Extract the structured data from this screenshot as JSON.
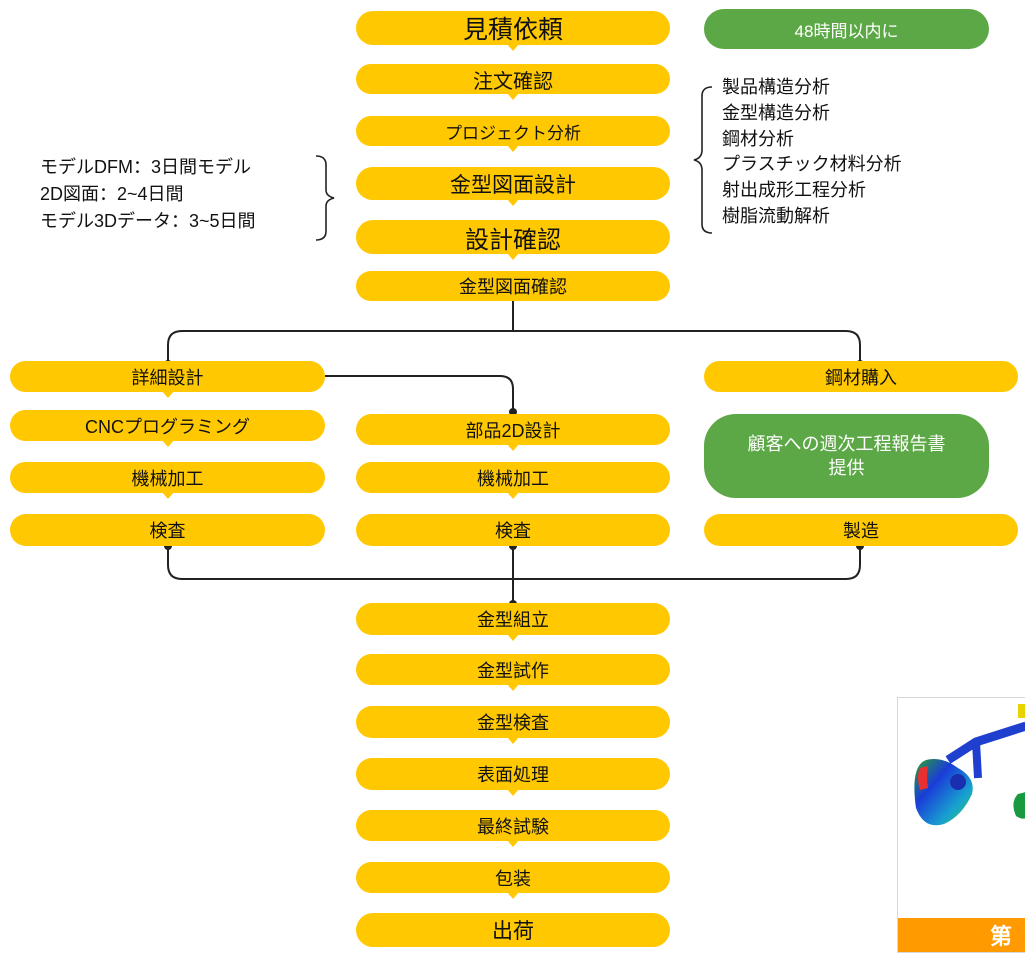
{
  "top_steps": [
    "見積依頼",
    "注文確認",
    "プロジェクト分析",
    "金型図面設計",
    "設計確認",
    "金型図面確認"
  ],
  "badge_48h": "48時間以内に",
  "analysis_items": [
    "製品構造分析",
    "金型構造分析",
    "鋼材分析",
    "プラスチック材料分析",
    "射出成形工程分析",
    "樹脂流動解析"
  ],
  "design_times": [
    "モデルDFM：3日間モデル",
    "2D図面：2~4日間",
    "モデル3Dデータ：3~5日間"
  ],
  "branch_left": [
    "詳細設計",
    "CNCプログラミング",
    "機械加工",
    "検査"
  ],
  "branch_mid": [
    "部品2D設計",
    "機械加工",
    "検査"
  ],
  "branch_right": [
    "鋼材購入",
    "製造"
  ],
  "weekly_report": "顧客への週次工程報告書\n提供",
  "bottom_steps": [
    "金型組立",
    "金型試作",
    "金型検査",
    "表面処理",
    "最終試験",
    "包装",
    "出荷"
  ],
  "thumbnail_banner": "第"
}
